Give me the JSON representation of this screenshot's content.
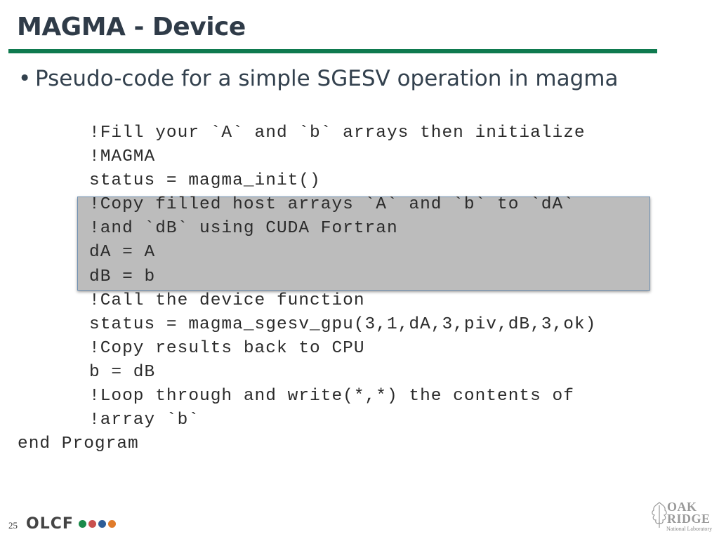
{
  "slide": {
    "title": "MAGMA - Device",
    "bullet": "Pseudo-code for a simple SGESV operation in magma",
    "bullet_glyph": "•",
    "code_lines": [
      "!Fill your `A` and `b` arrays then initialize",
      "!MAGMA",
      "status = magma_init()",
      "!Copy filled host arrays `A` and `b` to `dA`",
      "!and `dB` using CUDA Fortran",
      "dA = A",
      "dB = b",
      "!Call the device function",
      "status = magma_sgesv_gpu(3,1,dA,3,piv,dB,3,ok)",
      "!Copy results back to CPU",
      "b = dB",
      "!Loop through and write(*,*) the contents of",
      "!array `b`",
      "end Program"
    ],
    "highlighted_lines": [
      3,
      4,
      5,
      6
    ]
  },
  "footer": {
    "page_number": "25",
    "olcf_logo_text": "OLCF",
    "olcf_dot_colors": [
      "#1a8a4a",
      "#c9504e",
      "#2e5d97",
      "#e07b2a"
    ],
    "ornl_logo": {
      "line1": "OAK",
      "line2": "RIDGE",
      "line3": "National Laboratory"
    }
  },
  "colors": {
    "accent_rule": "#0f7a4f",
    "highlight_fill": "#bcbcbc",
    "highlight_border": "#6f8fb0",
    "title": "#2f3b48"
  }
}
